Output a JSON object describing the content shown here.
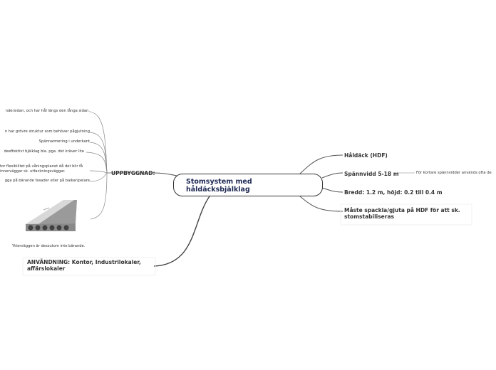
{
  "central": {
    "title": "Stomsystem med håldäcksbjälklag"
  },
  "right_branches": [
    {
      "label": "Håldäck (HDF)"
    },
    {
      "label": "Spännvidd 5-18 m",
      "note": "För kortare spännvidder används ofta de"
    },
    {
      "label": "Bredd: 1.2 m, höjd: 0.2 till 0.4 m"
    },
    {
      "label": "Måste spackla/gjuta på HDF för att sk. stomstabiliseras"
    }
  ],
  "left_branches": {
    "uppbyggnad": {
      "label": "UPPBYGGNAD:",
      "children": [
        {
          "text": "ndersidan, och har hål längs den långa sidan."
        },
        {
          "text": "n har grövre struktur som behöver pågjutning"
        },
        {
          "text": "Spännarmering i underkant"
        },
        {
          "text": "deeffektivt bjälklag bla. pga. det kräver lite"
        },
        {
          "text": "tor flexibilitet på våningsplanet då det blir få innerväggar sk. utfackningsväggar."
        },
        {
          "text": "gga på bärande fasader eller på balkar/pelare"
        }
      ],
      "image_caption": "Ytterväggen är dessutom inte bärande."
    },
    "anvandning": {
      "label": "ANVÄNDNING: Kontor, Industrilokaler, affärslokaler"
    }
  },
  "colors": {
    "line": "#555555",
    "light_line": "#aaaaaa",
    "text": "#333333",
    "central_text": "#1f2a55"
  }
}
